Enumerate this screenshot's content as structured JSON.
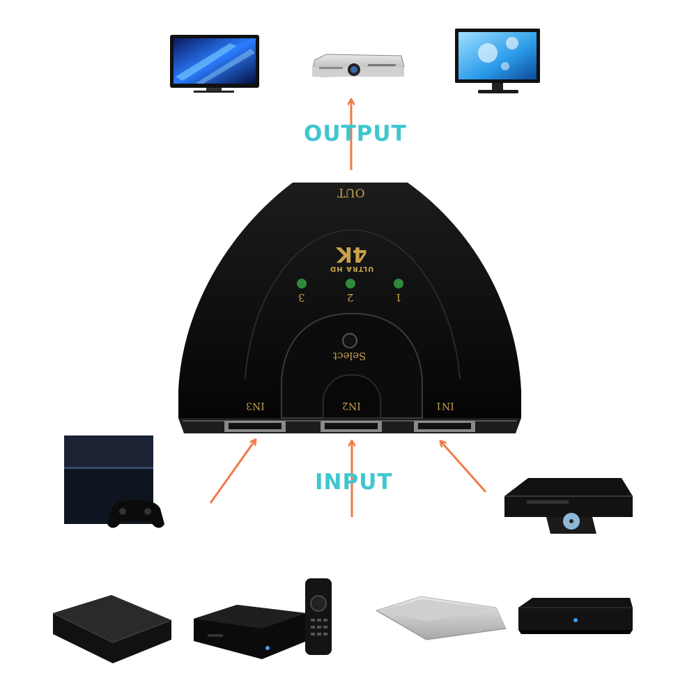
{
  "labels": {
    "output": "OUTPUT",
    "input": "INPUT"
  },
  "switch": {
    "out_label": "OUT",
    "brand_big": "4K",
    "brand_small": "ULTRA HD",
    "port_numbers": [
      "3",
      "2",
      "1"
    ],
    "select_label": "Select",
    "inputs": [
      "IN3",
      "IN2",
      "IN1"
    ]
  },
  "colors": {
    "label": "#3fc6cf",
    "arrow": "#f07a45",
    "body": "#121212",
    "led": "#2f8a3a",
    "gold_text": "#c9a24a"
  },
  "icons": {
    "outputs": [
      "tv-icon",
      "projector-icon",
      "monitor-icon"
    ],
    "inputs": [
      "game-console-icon",
      "blu-ray-player-icon",
      "media-box-icon",
      "set-top-box-icon",
      "laptop-icon",
      "tv-box-icon"
    ]
  }
}
